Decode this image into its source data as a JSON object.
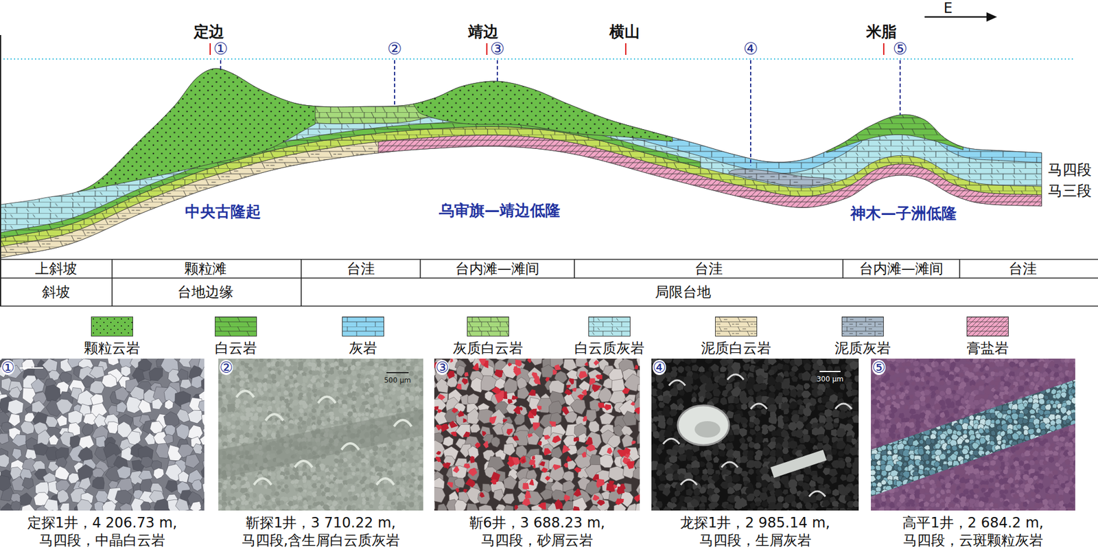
{
  "diagram": {
    "nodes": [
      {
        "text": [
          "①",
          "定探1井，4 206.73 m, 马四段，中晶白云岩"
        ]
      },
      {
        "text": [
          "②",
          "靳探1井，3 710.22 m, 马四段,含生屑白云质灰岩"
        ]
      },
      {
        "text": [
          "③",
          "靳6井，3 688.23 m, 马四段，砂屑云岩"
        ]
      },
      {
        "text": [
          "④",
          "龙探1井，2 985.14 m, 马四段，生屑灰岩"
        ]
      },
      {
        "text": [
          "⑤",
          "高平1井，2 684.2 m, 马四段，云斑颗粒灰岩"
        ]
      }
    ],
    "labels": [
      "E",
      "定边",
      "①",
      "②",
      "靖边",
      "③",
      "横山",
      "④",
      "米脂",
      "⑤",
      "中央古隆起",
      "乌审旗—靖边低隆",
      "马四段",
      "神木—子洲低隆",
      "马三段",
      "上斜坡",
      "颗粒滩",
      "台洼",
      "台内滩—滩间",
      "台洼",
      "台内滩—滩间",
      "台洼",
      "斜坡",
      "台地边缘",
      "局限台地",
      "500 μm",
      "300 μm"
    ],
    "legend": [
      {
        "text": "颗粒云岩",
        "color": "#6cc04a"
      },
      {
        "text": "白云岩",
        "color": "#6cc04a"
      },
      {
        "text": "灰岩",
        "color": "#8fd6f2"
      },
      {
        "text": "灰质白云岩",
        "color": "#a6da7c"
      },
      {
        "text": "白云质灰岩",
        "color": "#b4e6ec"
      },
      {
        "text": "泥质白云岩",
        "color": "#efe3bf"
      },
      {
        "text": "泥质灰岩",
        "color": "#a8b8c8"
      },
      {
        "text": "膏盐岩",
        "color": "#f2a6c6"
      }
    ]
  }
}
